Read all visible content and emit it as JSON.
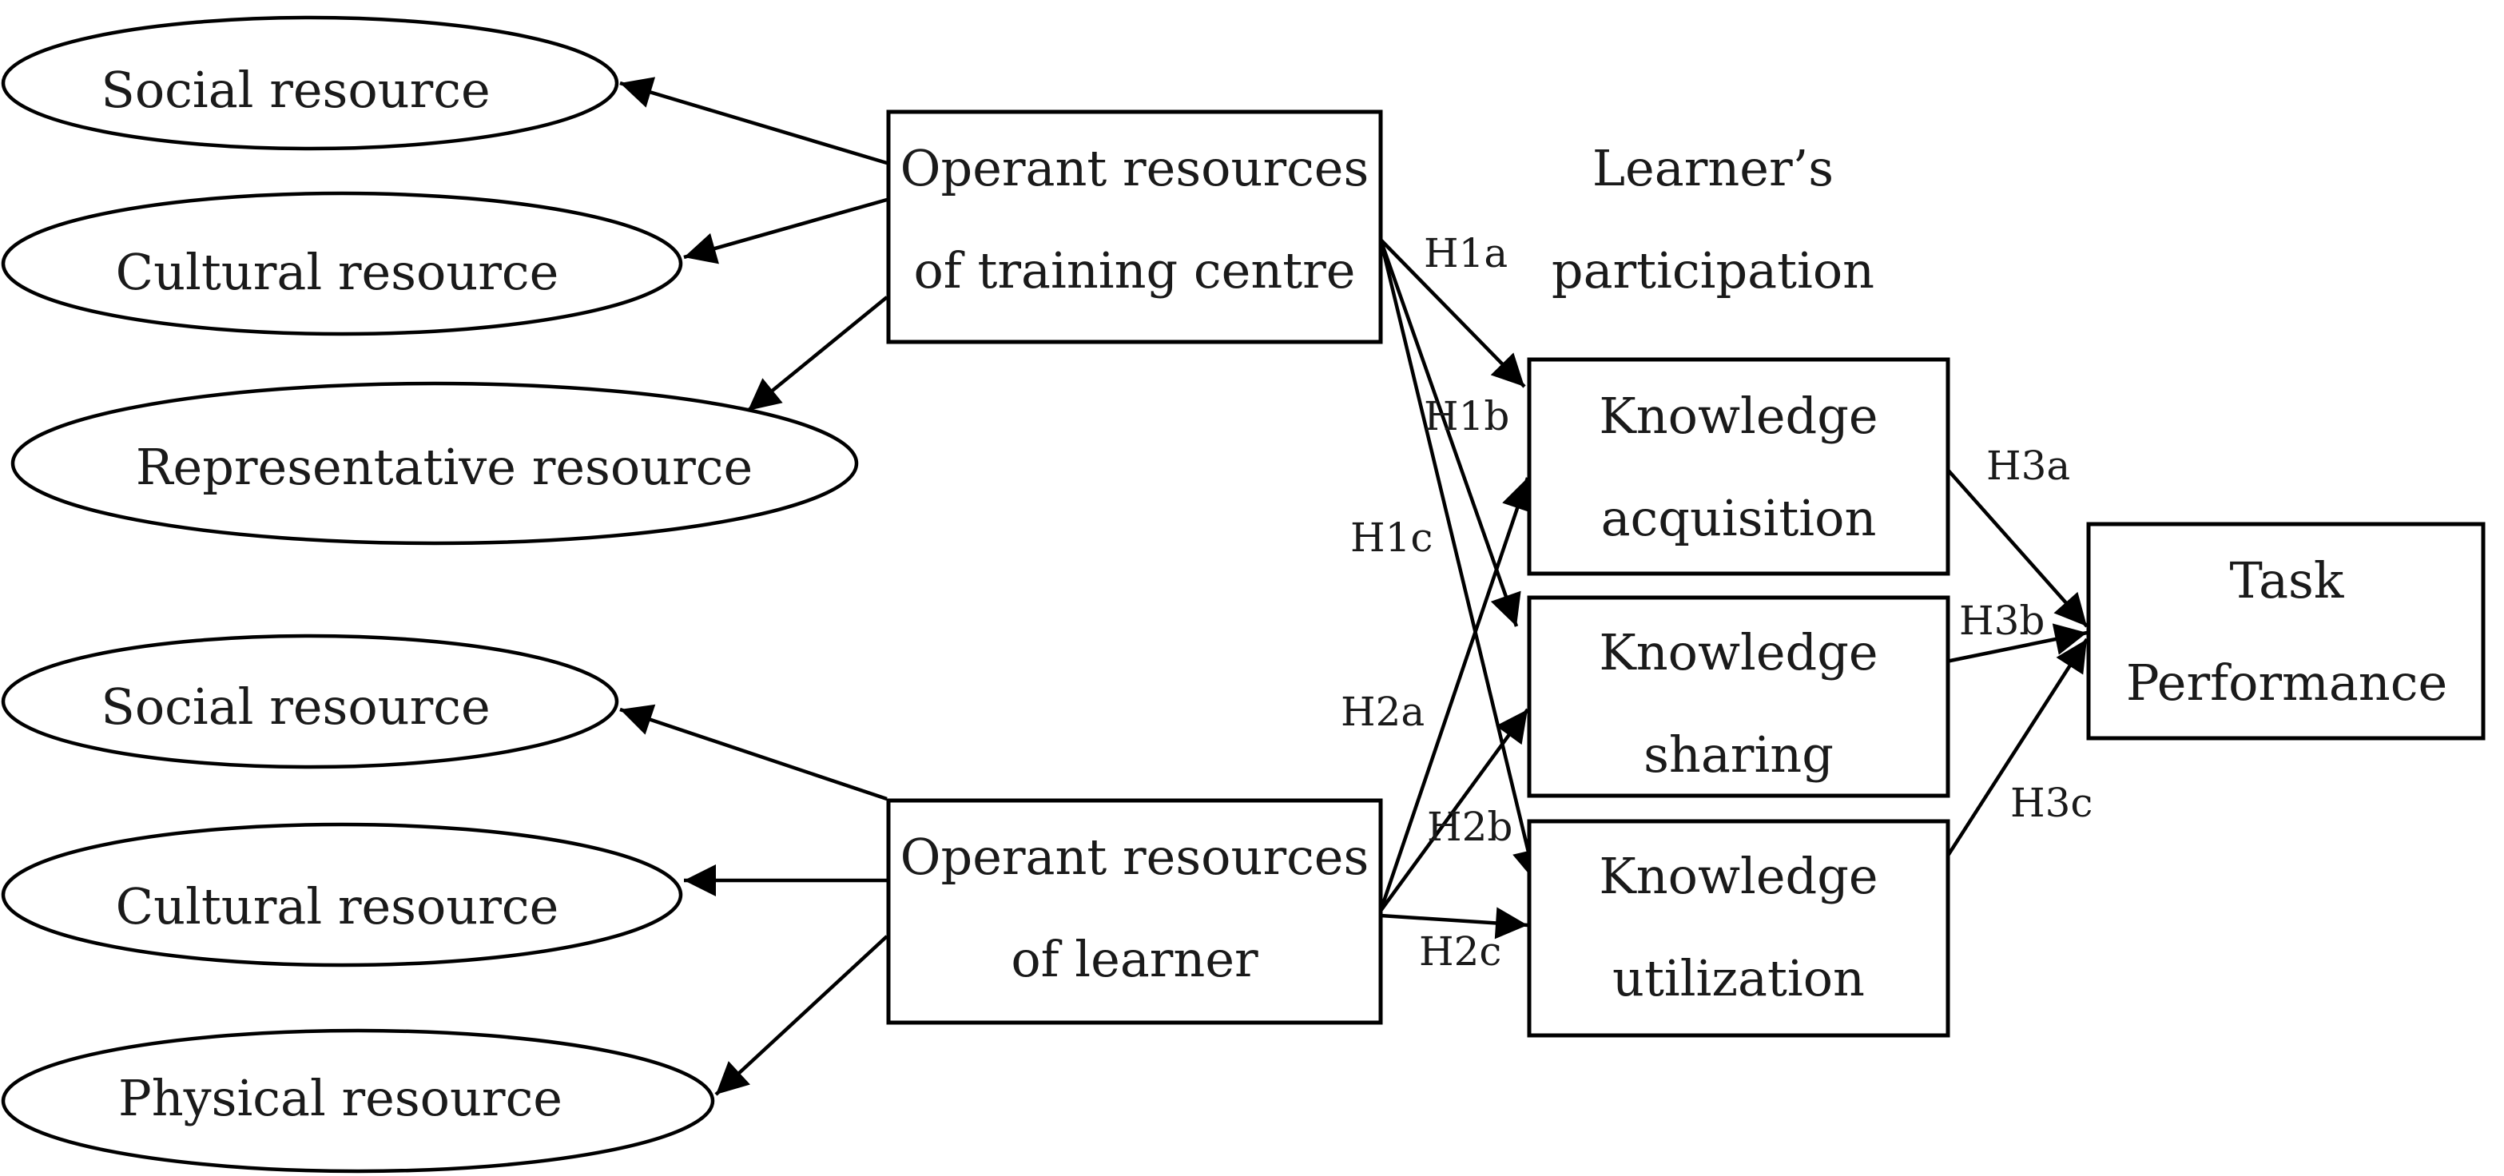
{
  "header_label": {
    "line1": "Learner’s",
    "line2": "participation"
  },
  "nodes": {
    "social_resource_1": "Social resource",
    "cultural_resource_1": "Cultural resource",
    "representative_resource": "Representative resource",
    "social_resource_2": "Social resource",
    "cultural_resource_2": "Cultural resource",
    "physical_resource": "Physical resource",
    "operant_training_centre": {
      "line1": "Operant resources",
      "line2": "of training centre"
    },
    "operant_learner": {
      "line1": "Operant resources",
      "line2": "of learner"
    },
    "knowledge_acquisition": {
      "line1": "Knowledge",
      "line2": "acquisition"
    },
    "knowledge_sharing": {
      "line1": "Knowledge",
      "line2": "sharing"
    },
    "knowledge_utilization": {
      "line1": "Knowledge",
      "line2": "utilization"
    },
    "task_performance": {
      "line1": "Task",
      "line2": "Performance"
    }
  },
  "hypotheses": {
    "h1a": "H1a",
    "h1b": "H1b",
    "h1c": "H1c",
    "h2a": "H2a",
    "h2b": "H2b",
    "h2c": "H2c",
    "h3a": "H3a",
    "h3b": "H3b",
    "h3c": "H3c"
  },
  "colors": {
    "stroke": "#000000",
    "text": "#1a1a1a",
    "background": "#ffffff"
  }
}
